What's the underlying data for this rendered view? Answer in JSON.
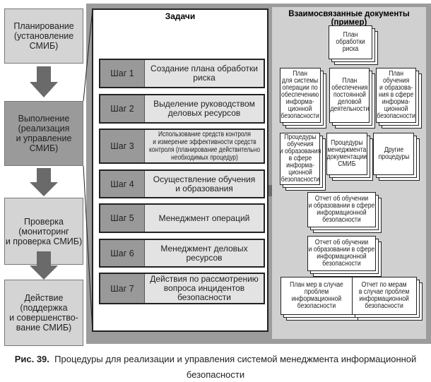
{
  "phases": [
    {
      "label": "Планирование\n(установление\nСМИБ)"
    },
    {
      "label": "Выполнение\n(реализация\nи управление\nСМИБ)"
    },
    {
      "label": "Проверка\n(мониторинг\nи проверка СМИБ)"
    },
    {
      "label": "Действие\n(поддержка\nи совершенство-\nвание СМИБ)"
    }
  ],
  "tasks": {
    "title": "Задачи",
    "steps": [
      {
        "label": "Шаг 1",
        "text": "Создание плана обработки риска"
      },
      {
        "label": "Шаг 2",
        "text": "Выделение руководством\nделовых ресурсов"
      },
      {
        "label": "Шаг 3",
        "text": "Использование средств контроля\nи измерение эффективности средств\nконтроля (планирование действительно\nнеобходимых процедур)"
      },
      {
        "label": "Шаг 4",
        "text": "Осуществление обучения\nи образования"
      },
      {
        "label": "Шаг 5",
        "text": "Менеджмент операций"
      },
      {
        "label": "Шаг 6",
        "text": "Менеджмент деловых ресурсов"
      },
      {
        "label": "Шаг 7",
        "text": "Действия по рассмотрению\nвопроса инцидентов безопасности"
      }
    ]
  },
  "documents": {
    "title": "Взаимосвязанные документы (пример)",
    "items": [
      {
        "text": "План\nобработки\nриска"
      },
      {
        "text": "План\nдля системы\nоперации по\nобеспечению\nинформа-\nционной\nбезопасности"
      },
      {
        "text": "План\nобеспечения\nпостоянной\nделовой\nдеятельности"
      },
      {
        "text": "План\nобучения\nи образова-\nния в сфере\nинформа-\nционной\nбезопасности"
      },
      {
        "text": "Процедуры\nобучения\nи образования\nв сфере\nинформа-\nционной\nбезопасности"
      },
      {
        "text": "Процедуры\nменеджмента\nдокументации\nСМИБ"
      },
      {
        "text": "Другие\nпроцедуры"
      },
      {
        "text": "Отчет об обучении\nи образовании в сфере\nинформационной\nбезопасности"
      },
      {
        "text": "Отчет об обучении\nи образовании в сфере\nинформационной\nбезопасности"
      },
      {
        "text": "План мер в случае\nпроблем\nинформационной\nбезопасности"
      },
      {
        "text": "Отчет по мерам\nв случае проблем\nинформационной\nбезопасности"
      }
    ]
  },
  "caption": {
    "number": "Рис. 39.",
    "text": "Процедуры для реализации и управления системой менеджмента информационной безопасности"
  }
}
